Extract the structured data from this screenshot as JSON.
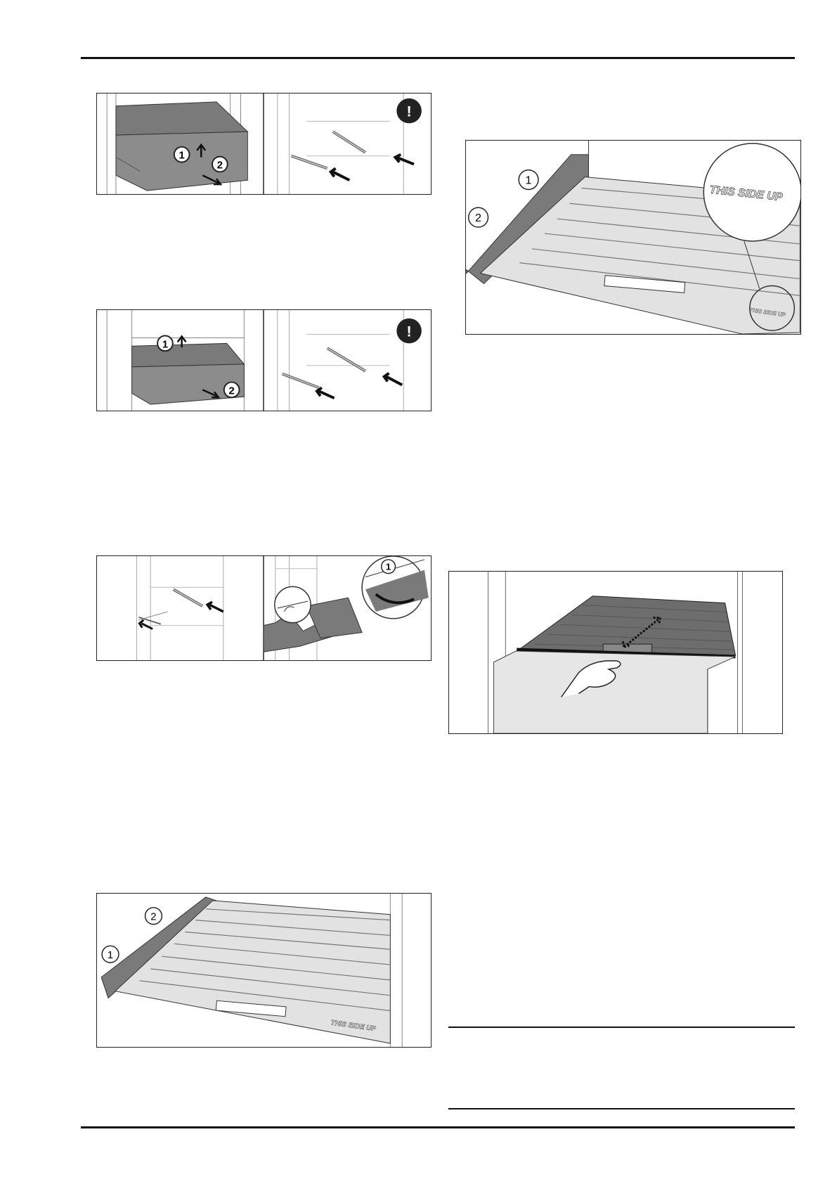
{
  "figures": {
    "drawer_top": {
      "callouts": [
        "1",
        "2"
      ],
      "warning_symbol": "!"
    },
    "drawer_middle": {
      "callouts": [
        "1",
        "2"
      ],
      "warning_symbol": "!"
    },
    "rails_cover": {
      "callouts": [
        "1"
      ]
    },
    "glass_shelf_bottom": {
      "callouts": [
        "2",
        "1"
      ],
      "label": "THIS SIDE UP"
    },
    "glass_shelf_right": {
      "callouts": [
        "1",
        "2"
      ],
      "label_magnified": "THIS SIDE UP",
      "label_small": "THIS SIDE UP"
    },
    "shelf_slide": {}
  },
  "icons": [
    "warning-icon",
    "arrow-icon",
    "hand-icon"
  ]
}
